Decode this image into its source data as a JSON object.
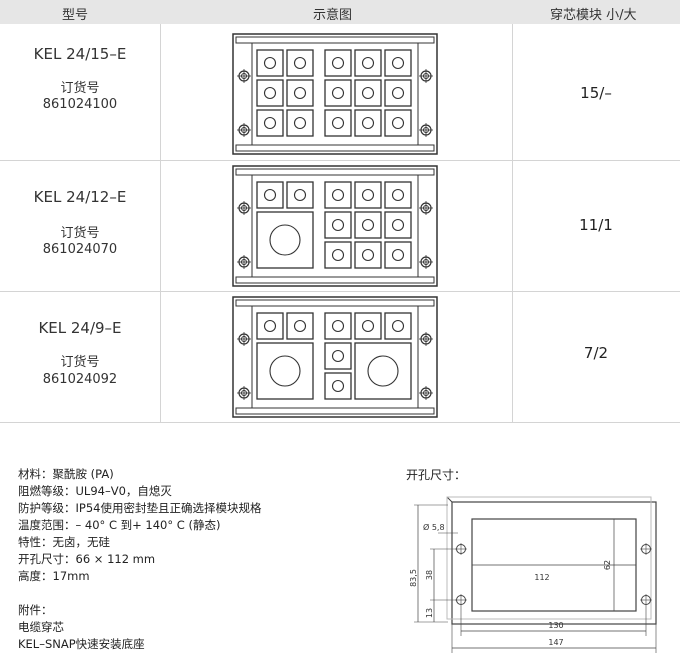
{
  "header": {
    "col_model": "型号",
    "col_diagram": "示意图",
    "col_size": "穿芯模块 小/大"
  },
  "rows": [
    {
      "model": "KEL 24/15–E",
      "order_label": "订货号",
      "order_no": "861024100",
      "size": "15/–"
    },
    {
      "model": "KEL 24/12–E",
      "order_label": "订货号",
      "order_no": "861024070",
      "size": "11/1"
    },
    {
      "model": "KEL 24/9–E",
      "order_label": "订货号",
      "order_no": "861024092",
      "size": "7/2"
    }
  ],
  "specs": [
    "材料：聚酰胺 (PA)",
    "阻燃等级：UL94–V0，自熄灭",
    "防护等级：IP54使用密封垫且正确选择模块规格",
    "温度范围：– 40° C 到+ 140° C (静态)",
    "特性：无卤，无硅",
    "开孔尺寸：66 × 112 mm",
    "高度：17mm",
    "",
    "附件：",
    "电缆穿芯",
    "KEL–SNAP快速安装底座"
  ],
  "cutout": {
    "title": "开孔尺寸：",
    "dims": {
      "hole": "Ø 5,8",
      "h_total": "83,5",
      "h_half": "38",
      "h_edge": "13",
      "h_opening": "62",
      "w_opening": "112",
      "w_holes": "130",
      "w_total": "147"
    }
  }
}
